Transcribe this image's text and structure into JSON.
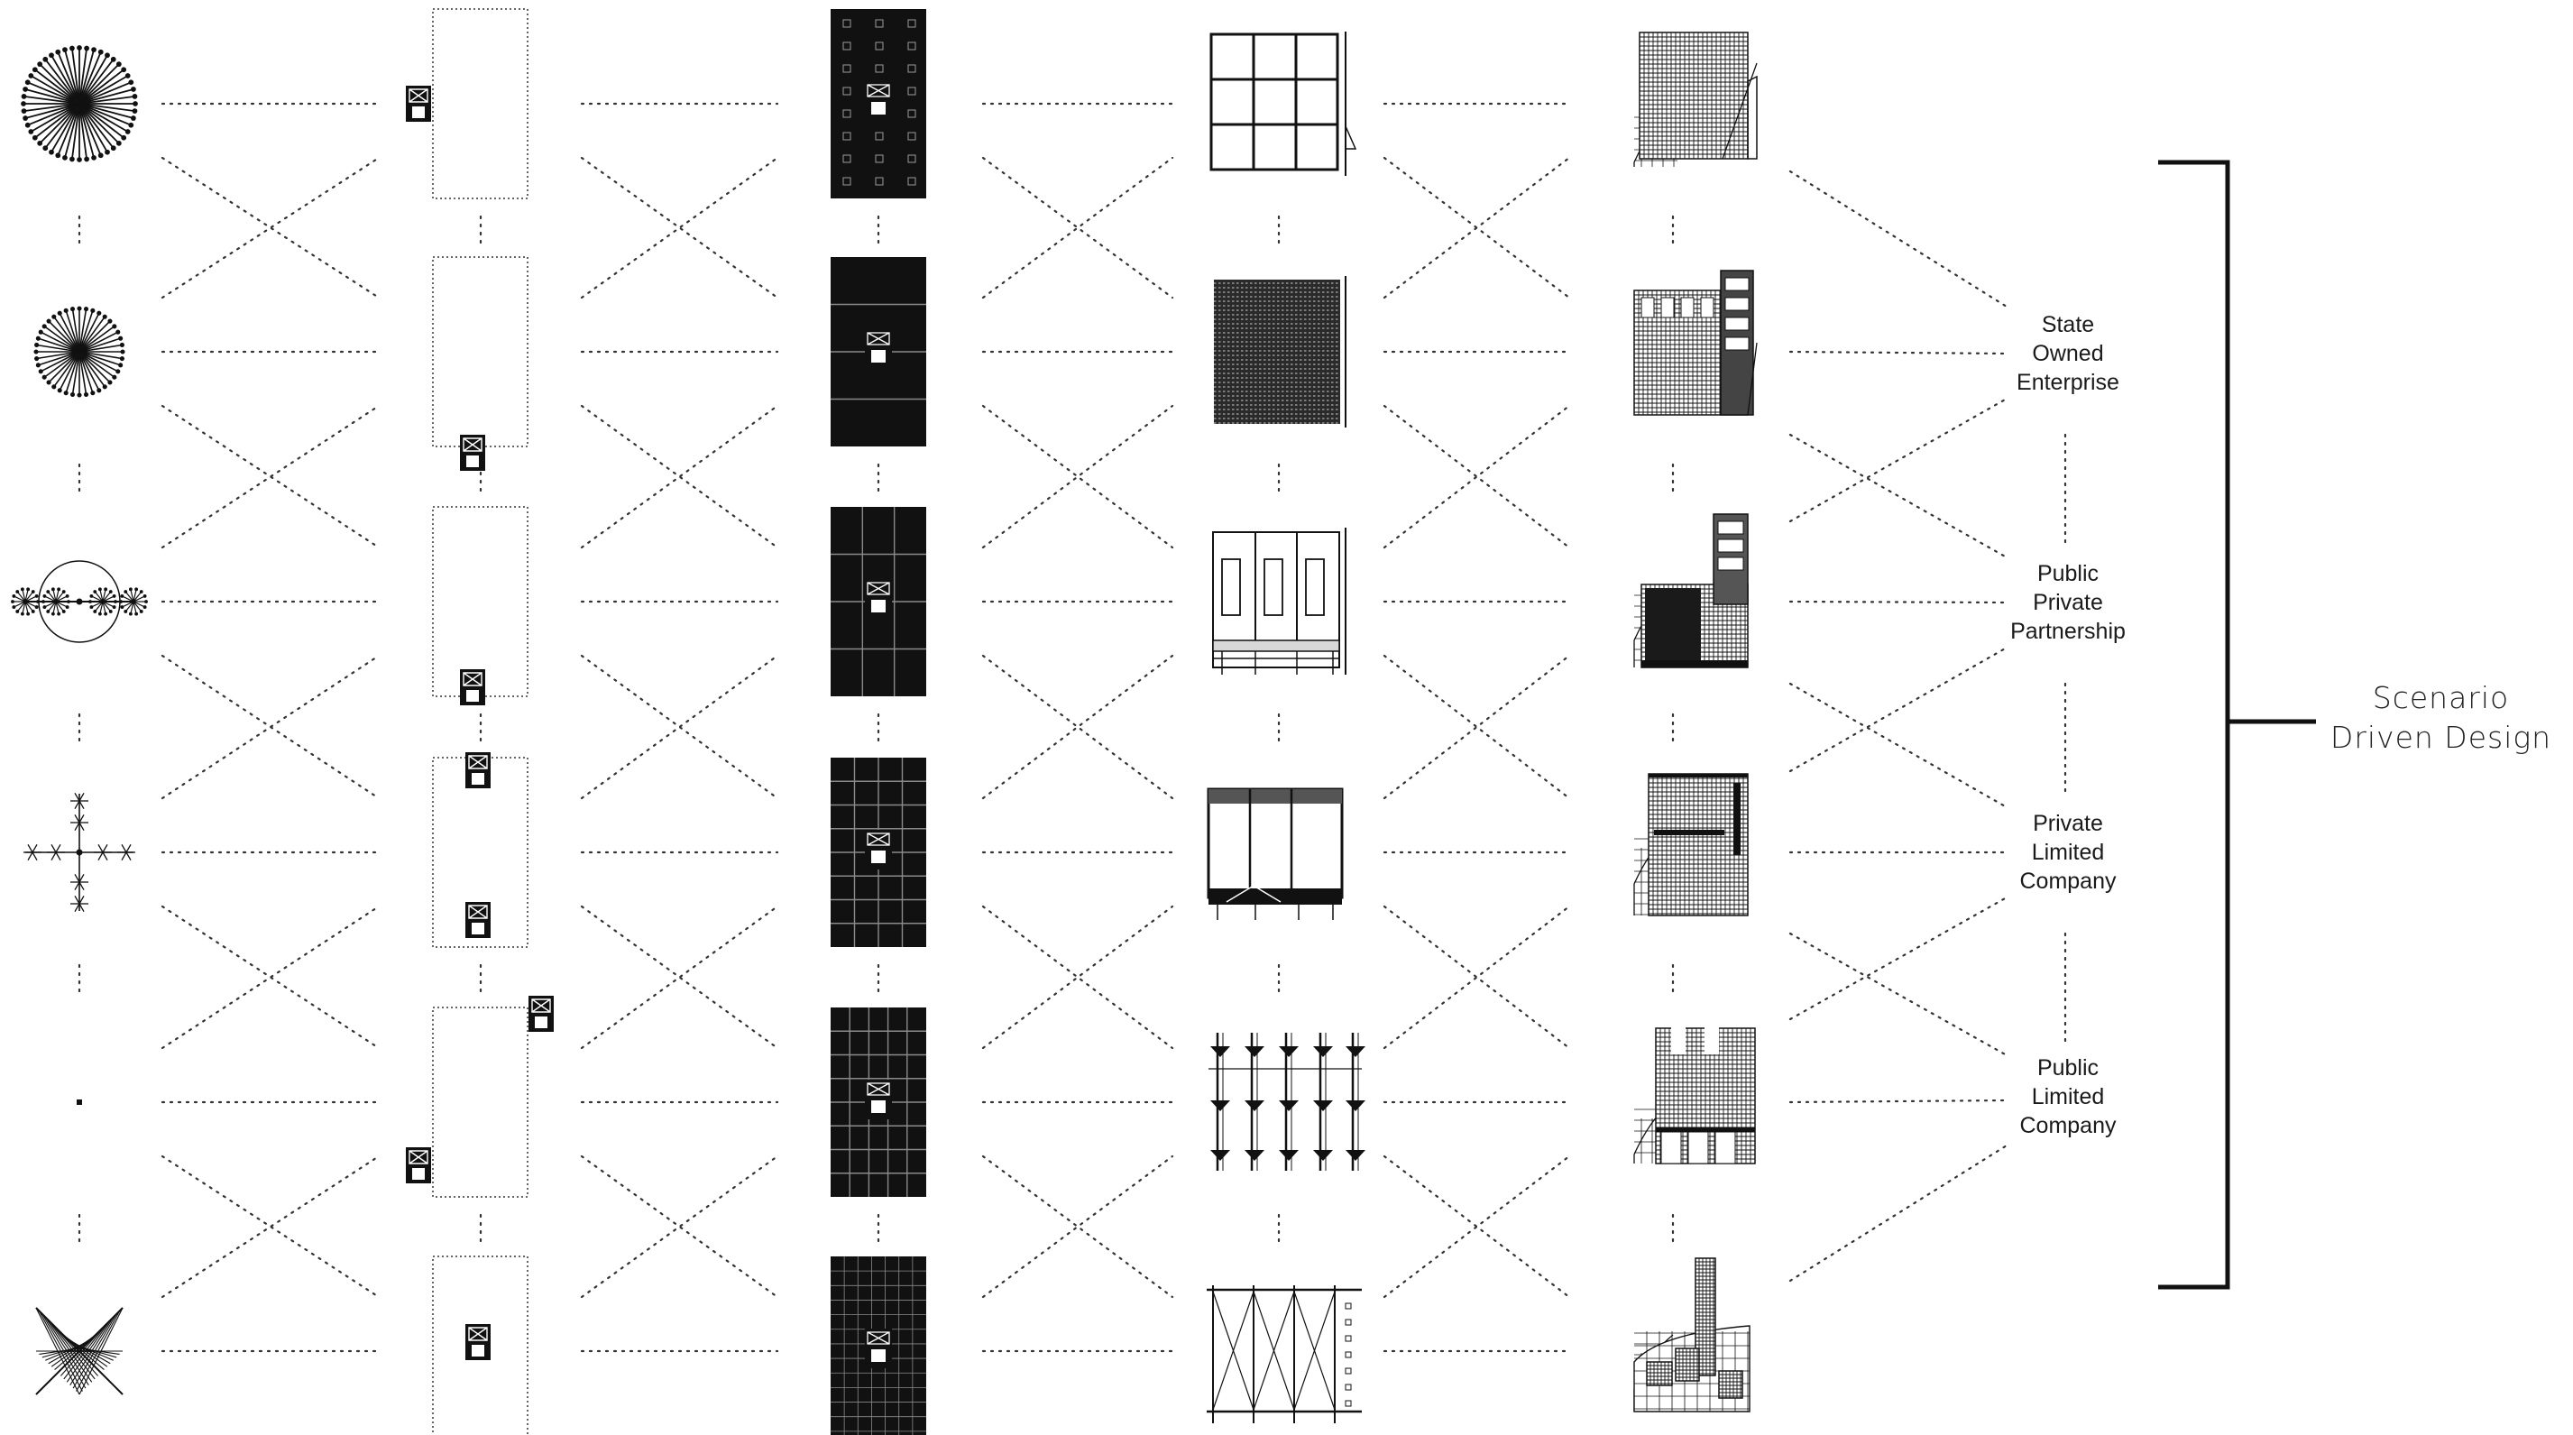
{
  "scenarios": [
    {
      "lines": [
        "State",
        "Owned",
        "Enterprise"
      ]
    },
    {
      "lines": [
        "Public",
        "Private",
        "Partnership"
      ]
    },
    {
      "lines": [
        "Private",
        "Limited",
        "Company"
      ]
    },
    {
      "lines": [
        "Public",
        "Limited",
        "Company"
      ]
    }
  ],
  "result": {
    "lines": [
      "Scenario",
      "Driven Design"
    ]
  },
  "colors": {
    "ink": "#111111",
    "line": "#333333",
    "paper": "#ffffff"
  },
  "icons": {
    "column_1": [
      "radial-starburst-large-icon",
      "radial-starburst-small-icon",
      "cluster-orbit-icon",
      "cross-branching-icon",
      "single-point-icon",
      "four-point-star-icon"
    ],
    "column_2": [
      "core-left-edge-plan-icon",
      "core-bottom-plan-icon",
      "core-bottom-right-plan-icon",
      "core-top-bottom-plan-icon",
      "core-corners-plan-icon",
      "core-center-plan-icon"
    ],
    "column_3": [
      "dotted-grid-plan-icon",
      "striped-grid-plan-icon",
      "large-bay-plan-icon",
      "regular-grid-plan-icon",
      "dense-grid-plan-icon",
      "fine-grid-plan-icon"
    ],
    "column_4": [
      "open-frame-section-icon",
      "mesh-facade-icon",
      "panel-facade-icon",
      "framed-elevation-icon",
      "column-bracket-icon",
      "braced-frame-icon"
    ],
    "column_5": [
      "stepped-volume-icon",
      "office-tower-icon",
      "tower-podium-icon",
      "block-volume-icon",
      "castellated-volume-icon",
      "chimney-volume-icon"
    ]
  }
}
